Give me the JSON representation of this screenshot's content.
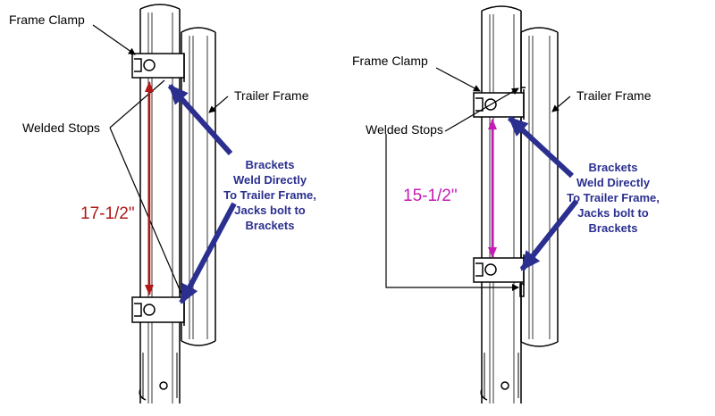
{
  "colors": {
    "line": "#000000",
    "bracket_arrow": "#2b2f8f",
    "left_dimension": "#b01818",
    "right_dimension": "#c41bb4"
  },
  "left_panel": {
    "frame_clamp_label": "Frame Clamp",
    "welded_stops_label": "Welded Stops",
    "trailer_frame_label": "Trailer Frame",
    "note_lines": [
      "Brackets",
      "Weld Directly",
      "To Trailer Frame,",
      "Jacks bolt to",
      "Brackets"
    ],
    "dimension": "17-1/2\""
  },
  "right_panel": {
    "frame_clamp_label": "Frame Clamp",
    "welded_stops_label": "Welded Stops",
    "trailer_frame_label": "Trailer Frame",
    "note_lines": [
      "Brackets",
      "Weld Directly",
      "To Trailer Frame,",
      "Jacks bolt to",
      "Brackets"
    ],
    "dimension": "15-1/2\""
  }
}
